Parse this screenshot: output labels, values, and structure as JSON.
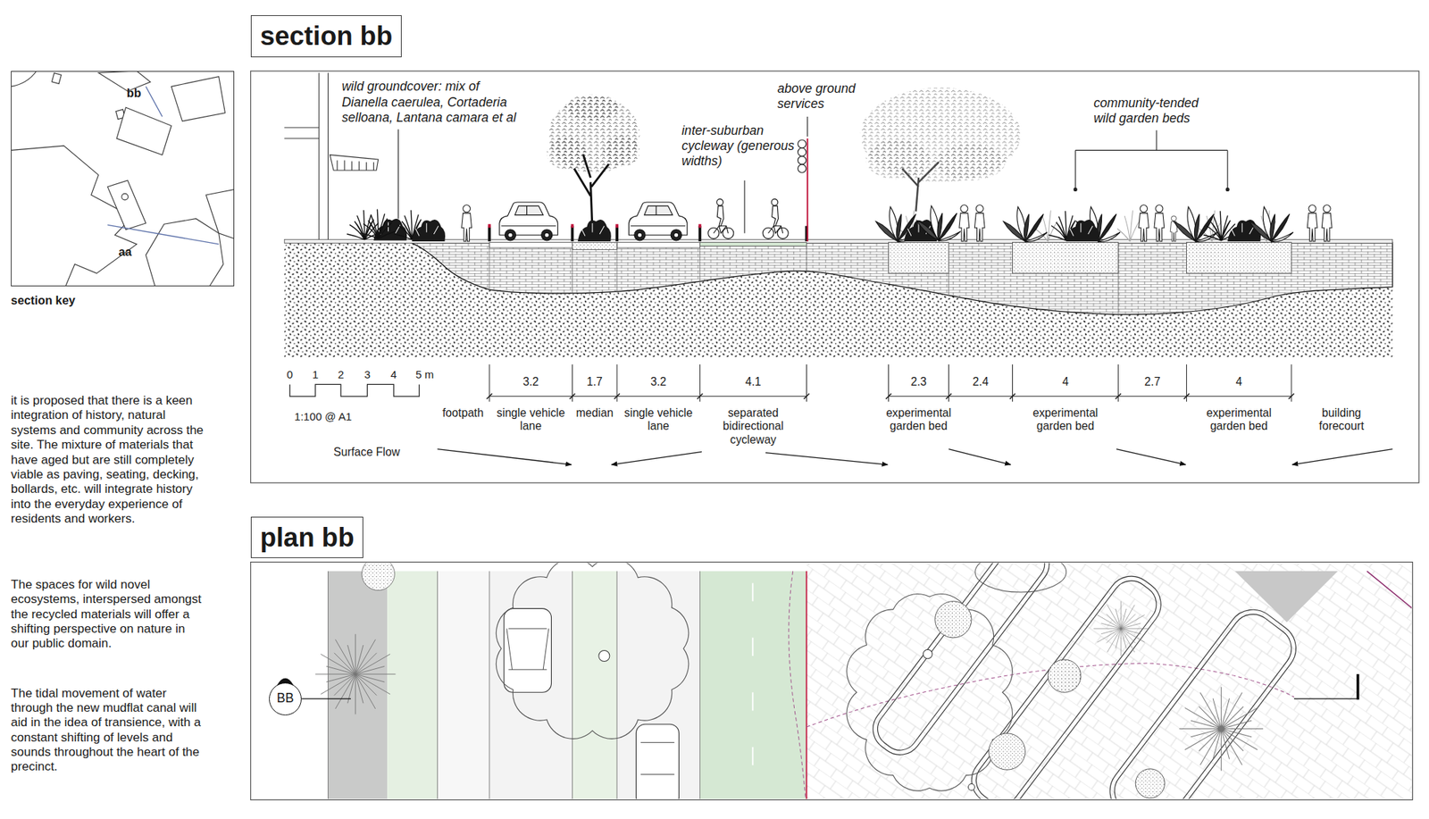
{
  "diagram": {
    "nodes": [
      {
        "text": [
          "section bb"
        ]
      },
      {
        "text": [
          "section key"
        ]
      },
      {
        "text": [
          "plan bb"
        ]
      },
      {
        "text": [
          "BB"
        ]
      }
    ],
    "labels": [
      "bb",
      "aa",
      "it is proposed that there is a keen integration of history, natural systems and community across the site. The mixture of materials that have aged but are still completely viable as paving, seating, decking, bollards, etc. will integrate history into the everyday experience of residents and workers.",
      "The spaces for wild novel ecosystems, interspersed amongst the recycled materials will offer a shifting perspective on nature in our public domain.",
      "The tidal movement of water through the new mudflat canal will aid in the idea of transience, with a constant shifting of levels and sounds throughout the heart of the precinct.",
      "wild groundcover: mix of Dianella caerulea, Cortaderia selloana, Lantana camara et al",
      "above ground services",
      "inter-suburban cycleway (generous widths)",
      "community-tended wild garden beds",
      "0",
      "1",
      "2",
      "3",
      "4",
      "5 m",
      "1:100 @ A1",
      "3.2",
      "1.7",
      "3.2",
      "4.1",
      "2.3",
      "2.4",
      "4",
      "2.7",
      "4",
      "footpath",
      "single vehicle lane",
      "median",
      "single vehicle lane",
      "separated bidirectional cycleway",
      "experimental garden bed",
      "experimental garden bed",
      "experimental garden bed",
      "building forecourt",
      "Surface Flow"
    ]
  }
}
